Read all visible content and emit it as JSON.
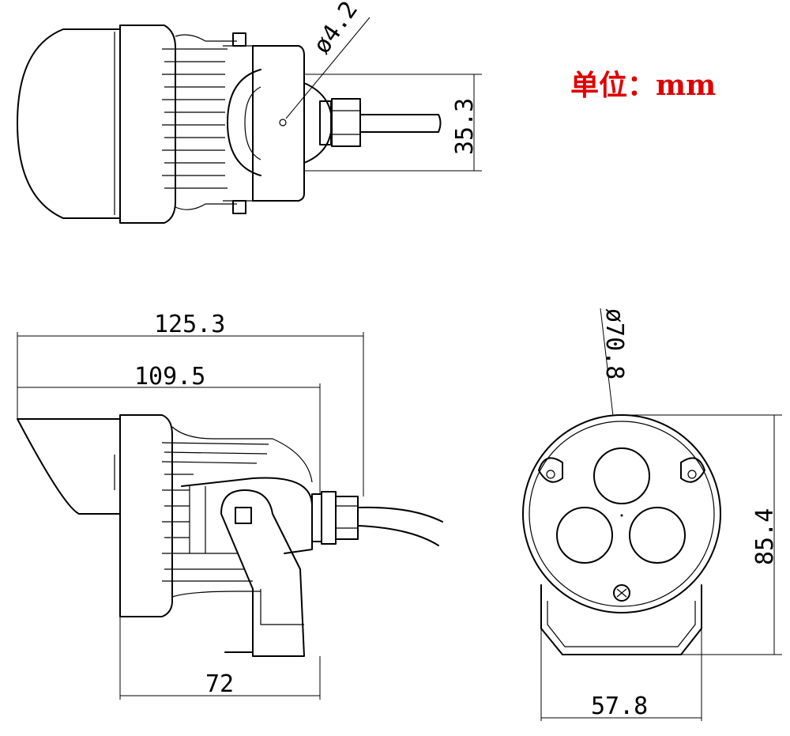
{
  "unit_label": "单位：mm",
  "top_view": {
    "hole_diameter": "ø4.2",
    "height": "35.3"
  },
  "side_view": {
    "overall_length": "125.3",
    "body_length": "109.5",
    "base_length": "72"
  },
  "front_view": {
    "diameter": "ø70.8",
    "height": "85.4",
    "base_width": "57.8"
  }
}
